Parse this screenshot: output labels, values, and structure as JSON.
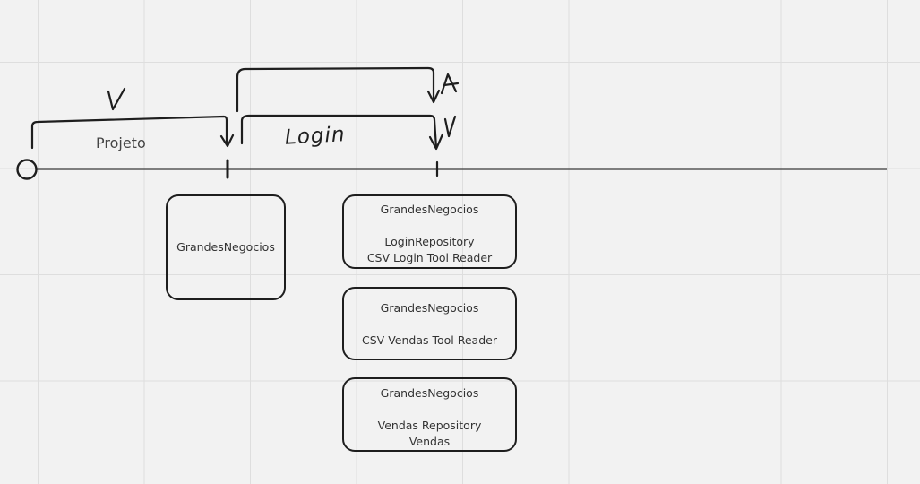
{
  "canvas": {
    "background": "#f2f2f2",
    "grid_color": "#dedede",
    "ink_color": "#1e1e1e"
  },
  "timeline": {
    "segments": [
      {
        "label": "Projeto",
        "version_mark": "V"
      },
      {
        "label": "Login",
        "version_mark": "V",
        "arch_mark": "A"
      }
    ]
  },
  "boxes": {
    "first": {
      "title": "GrandesNegocios"
    },
    "login": {
      "title": "GrandesNegocios",
      "line1": "LoginRepository",
      "line2": "CSV Login Tool Reader"
    },
    "csv_vendas": {
      "title": "GrandesNegocios",
      "line1": "CSV Vendas Tool Reader"
    },
    "vendas": {
      "title": "GrandesNegocios",
      "line1": "Vendas Repository",
      "line2": "Vendas"
    }
  }
}
